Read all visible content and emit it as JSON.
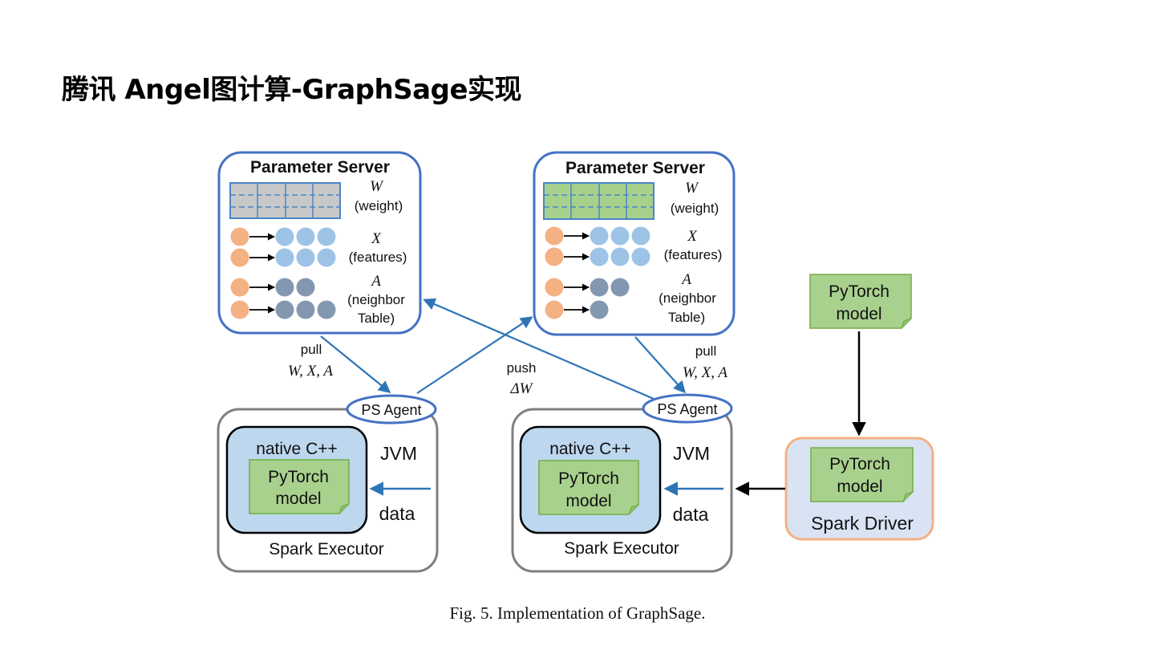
{
  "slide": {
    "title": "腾讯 Angel图计算-GraphSage实现",
    "caption": "Fig. 5.  Implementation of GraphSage."
  },
  "parameter_servers": [
    {
      "title": "Parameter Server",
      "weight_matrix_color": "#c8c8c8",
      "weight_symbol": "W",
      "weight_label": "(weight)",
      "feature_symbol": "X",
      "feature_label": "(features)",
      "neighbor_symbol": "A",
      "neighbor_label_1": "(neighbor",
      "neighbor_label_2": "Table)",
      "feature_rows": [
        3,
        3
      ],
      "neighbor_rows": [
        2,
        3
      ]
    },
    {
      "title": "Parameter Server",
      "weight_matrix_color": "#a8d08d",
      "weight_symbol": "W",
      "weight_label": "(weight)",
      "feature_symbol": "X",
      "feature_label": "(features)",
      "neighbor_symbol": "A",
      "neighbor_label_1": "(neighbor",
      "neighbor_label_2": "Table)",
      "feature_rows": [
        3,
        3
      ],
      "neighbor_rows": [
        2,
        1
      ]
    }
  ],
  "edges": {
    "pull_left": {
      "label": "pull",
      "vars": "W, X, A"
    },
    "pull_right": {
      "label": "pull",
      "vars": "W, X, A"
    },
    "push": {
      "label": "push",
      "vars": "ΔW"
    }
  },
  "executors": [
    {
      "agent": "PS Agent",
      "native": "native C++",
      "model_line1": "PyTorch",
      "model_line2": "model",
      "jvm": "JVM",
      "data": "data",
      "label": "Spark Executor"
    },
    {
      "agent": "PS Agent",
      "native": "native C++",
      "model_line1": "PyTorch",
      "model_line2": "model",
      "jvm": "JVM",
      "data": "data",
      "label": "Spark Executor"
    }
  ],
  "driver": {
    "model_line1": "PyTorch",
    "model_line2": "model",
    "label": "Spark Driver"
  },
  "standalone_model": {
    "line1": "PyTorch",
    "line2": "model"
  },
  "colors": {
    "blue_border": "#4472c4",
    "arrow_blue": "#2e75b6",
    "grey_border": "#7f7f7f",
    "orange_node": "#f4b183",
    "light_blue_node": "#9dc3e6",
    "dark_blue_node": "#8497b0",
    "green_model": "#a9d18e",
    "green_border": "#70ad47",
    "native_fill": "#bdd7ee",
    "driver_fill": "#dae3f3",
    "driver_border": "#f4b183"
  }
}
